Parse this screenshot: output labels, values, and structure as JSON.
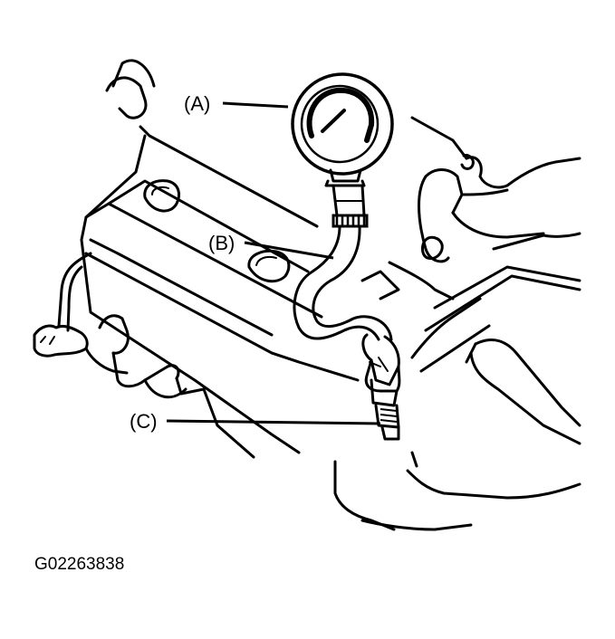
{
  "labels": {
    "gauge": "(A)",
    "hose": "(B)",
    "adapter": "(C)"
  },
  "figure_id": "G02263838",
  "colors": {
    "ink": "#000000",
    "paper": "#ffffff"
  }
}
